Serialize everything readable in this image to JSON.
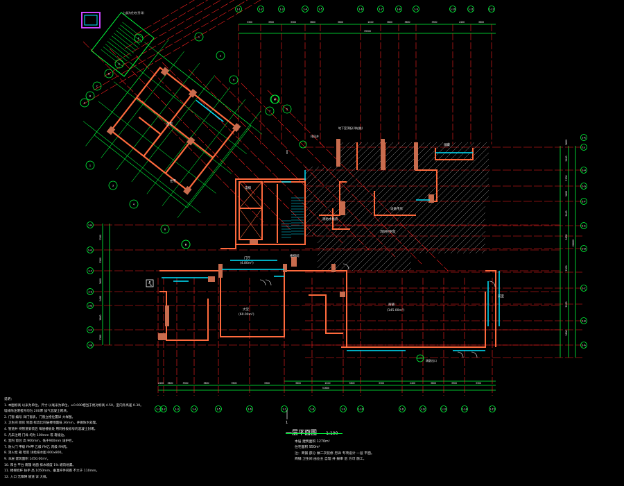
{
  "drawing": {
    "title": "一层平面图",
    "scale": "1:100",
    "marker_number": "1"
  },
  "grid": {
    "top_bubbles": [
      "1-1",
      "1-2",
      "1-3",
      "1-4",
      "1-5",
      "1-6",
      "1-7",
      "1-8",
      "1-9",
      "1-10",
      "1-11",
      "1-12"
    ],
    "bottom_bubbles": [
      "1-1",
      "1-2",
      "1-3",
      "1-4",
      "1-5",
      "1-6",
      "1-7",
      "1-8",
      "1-9",
      "1-10",
      "1-11",
      "1-12",
      "1-13",
      "1-14",
      "1-15"
    ],
    "left_bubbles": [
      "1-H",
      "1-G",
      "1-F",
      "1-E",
      "1-D",
      "1-C",
      "1-B"
    ],
    "right_bubbles": [
      "1-K",
      "1-J",
      "1-H",
      "1-G",
      "1-F",
      "1-E",
      "1-D",
      "1-C",
      "1-B",
      "1-A"
    ],
    "rotated_numeric_bubbles": [
      "1",
      "2",
      "3",
      "4",
      "5",
      "6",
      "7",
      "8"
    ],
    "rotated_letter_bubbles": [
      "F",
      "E",
      "D",
      "C",
      "B",
      "A"
    ],
    "lower_rotated_bubbles": [
      "1",
      "3",
      "4",
      "6",
      "8"
    ]
  },
  "dimensions": {
    "top": [
      "3300",
      "3900",
      "3300",
      "3600",
      "3600",
      "2400",
      "3600",
      "3600",
      "3300",
      "2400",
      "3600"
    ],
    "top_total": "39300",
    "bottom": [
      "2400",
      "3600",
      "3300",
      "3600",
      "3900",
      "3300",
      "3600",
      "2400",
      "3600",
      "3300",
      "2400",
      "3600",
      "3900",
      "3300"
    ],
    "bottom_total": "51600",
    "left": [
      "2100",
      "3300",
      "3600",
      "2400",
      "3600",
      "3300"
    ],
    "right": [
      "3600",
      "2400",
      "3300",
      "3600",
      "2400",
      "3600",
      "3300",
      "2100",
      "3600"
    ],
    "right_total": "28800"
  },
  "rooms": {
    "lobby": "大堂",
    "lobby_area": "(60.00m²)",
    "shop": "商铺",
    "shop_area": "(145.00m²)",
    "entrance_hall": "门厅",
    "entrance_hall_area": "(4.80m²)",
    "elevator": "电梯",
    "stair": "楼梯间",
    "water_room": "消防水泵房",
    "equipment": "设备用房",
    "fire_control": "消防控制室",
    "store_room": "储藏",
    "vestibule": "前室",
    "unit_top": "住宅",
    "unit_mid": "住宅"
  },
  "annotations": {
    "top_left_note": "上部为住宅(另详)",
    "hatch_note": "地下室顶板(详结施)",
    "duct_label": "排风井",
    "exit_label": "疏散出口"
  },
  "notes": {
    "heading": "说明：",
    "items": [
      "1. 本图标高 以米为单位，尺寸 以毫米为单位，±0.000相当于绝对标高 4.50，室内外高差 0.30。",
      "墙体除注明者外均为 200厚 加气混凝土砌块。",
      "2. 门窗 编号 详门窗表，门窗立樘位置详 大样图。",
      "3. 卫生间 厨房 地面 标高比同层楼地面低 30mm，并做防水处理。",
      "4. 管道井 待管道安装后 每层楼板处 用同楼板标号的混凝土封堵。",
      "5. 凡未注明 门垛 均为 100mm 或 靠墙边。",
      "6. 室内 窗台 高 900mm，低于900mm 设护栏。",
      "7. 防火门 甲级 FM甲 乙级 FM乙 丙级 FM丙。",
      "8. 消火栓 箱 暗装 详给排水图 600x800。",
      "9. 本层 建筑面积 1450.00m²。",
      "10. 阳台 平台 雨篷 地面 排水坡度 1% 坡向地漏。",
      "11. 楼梯栏杆 扶手 高 1050mm，垂直杆件间距 不大于 110mm。",
      "12. 入口 无障碍 坡道 详 大样。"
    ]
  },
  "remarks": {
    "items": [
      "本层 建筑面积 1270m²",
      "住宅面积 950m²",
      "注：商铺 部分 做二次装修 另详 专项设计 一层 平面。",
      "商铺 卫生间 由业主 自理 并 报审 后 方可 施工。"
    ]
  },
  "colors": {
    "background": "#000000",
    "wall": "#ff6a3d",
    "wall_fill": "#c86c4e",
    "grid": "#00ff3c",
    "axis": "#ff2020",
    "window": "#00e5ff",
    "text": "#e8e8e8",
    "hatch": "#9a9a9a",
    "highlight": "#cc44ff"
  }
}
